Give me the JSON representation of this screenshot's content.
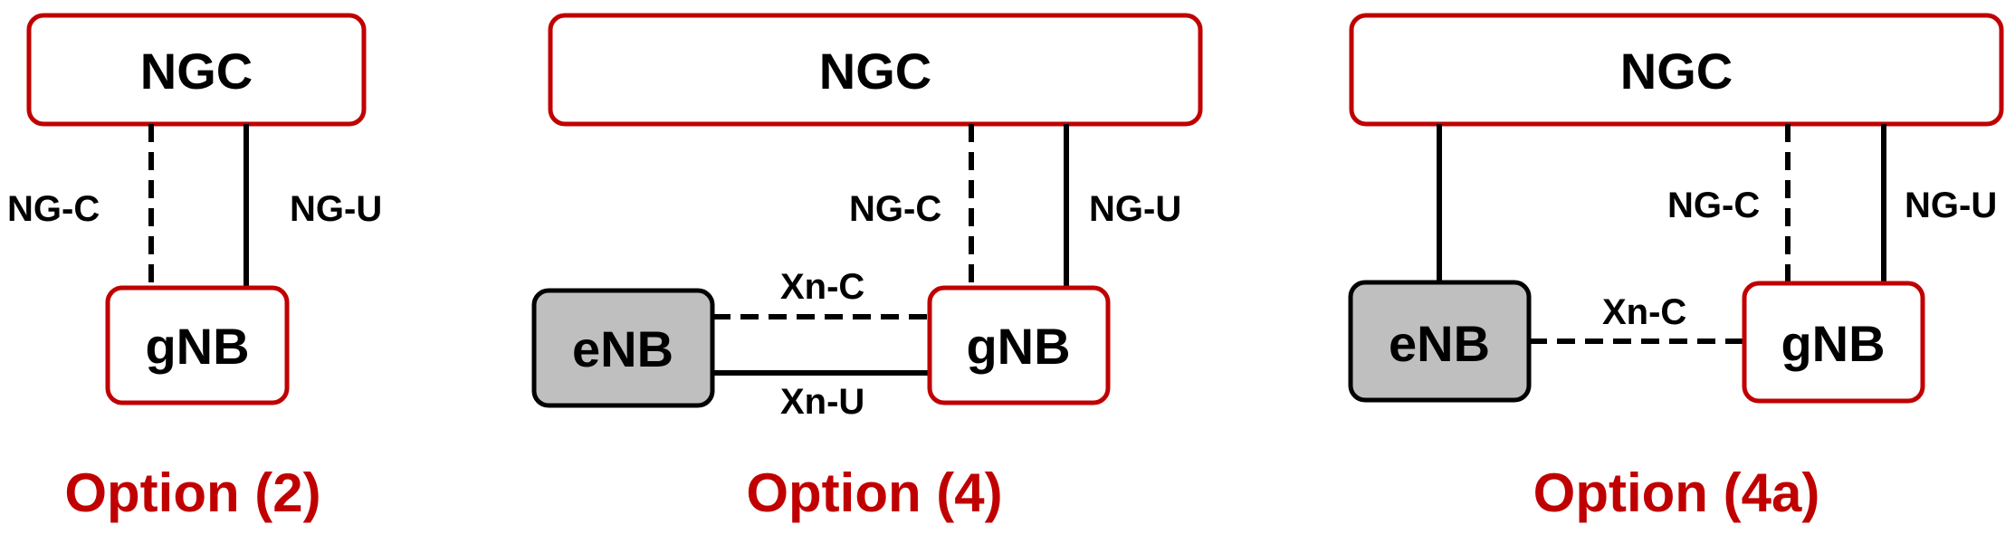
{
  "colors": {
    "accent": "#c00000",
    "enb_fill": "#bfbfbf",
    "line": "#000000"
  },
  "option2": {
    "ngc": "NGC",
    "gnb": "gNB",
    "ngc_control": "NG-C",
    "ngc_user": "NG-U",
    "caption": "Option (2)"
  },
  "option4": {
    "ngc": "NGC",
    "gnb": "gNB",
    "enb": "eNB",
    "ngc_control": "NG-C",
    "ngc_user": "NG-U",
    "xn_control": "Xn-C",
    "xn_user": "Xn-U",
    "caption": "Option (4)"
  },
  "option4a": {
    "ngc": "NGC",
    "gnb": "gNB",
    "enb": "eNB",
    "ngc_control": "NG-C",
    "ngc_user": "NG-U",
    "xn_control": "Xn-C",
    "caption": "Option (4a)"
  }
}
